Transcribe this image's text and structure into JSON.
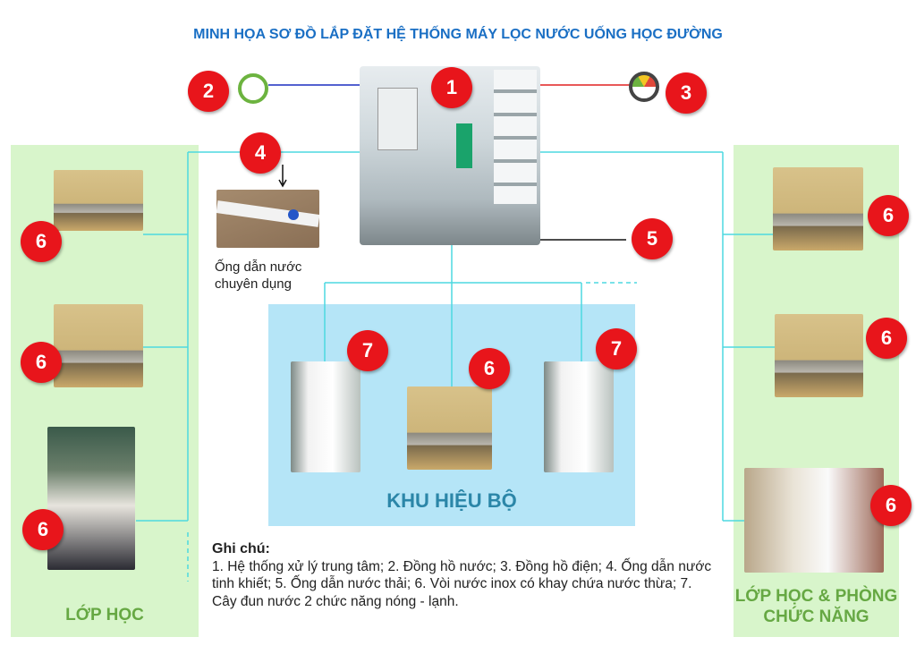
{
  "title": "MINH HỌA SƠ ĐỒ LẮP ĐẶT HỆ THỐNG MÁY LỌC NƯỚC UỐNG HỌC ĐƯỜNG",
  "badges": {
    "b1": "1",
    "b2": "2",
    "b3": "3",
    "b4": "4",
    "b5": "5",
    "b6": "6",
    "b7": "7"
  },
  "pipe_caption": {
    "line1": "Ống dẫn nước",
    "line2": "chuyên dụng"
  },
  "left_panel": {
    "label": "LỚP HỌC"
  },
  "right_panel": {
    "label_line1": "LỚP HỌC & PHÒNG",
    "label_line2": "CHỨC NĂNG"
  },
  "center_box": {
    "label": "KHU HIỆU BỘ"
  },
  "notes": {
    "heading": "Ghi chú:",
    "text": "1. Hệ thống xử lý trung tâm; 2. Đồng hồ nước; 3. Đồng hồ điện; 4. Ống dẫn nước tinh khiết; 5. Ống dẫn nước thải; 6. Vòi nước inox có khay chứa nước thừa; 7. Cây đun nước 2 chức năng nóng - lạnh."
  },
  "colors": {
    "badge": "#e8151b",
    "pipe_line": "#4dd9e0",
    "title": "#1a6fc4",
    "panel": "#d8f5cb",
    "box": "#b5e5f7"
  }
}
